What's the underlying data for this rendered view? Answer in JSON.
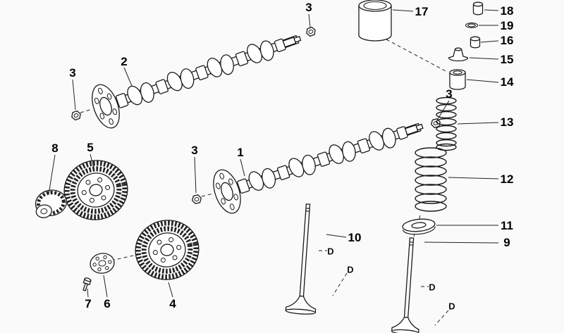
{
  "diagram": {
    "background_color": "#fafafa",
    "line_color": "#1a1a1a",
    "labels": {
      "n1": "1",
      "n2": "2",
      "n3": "3",
      "n4": "4",
      "n5": "5",
      "n6": "6",
      "n7": "7",
      "n8": "8",
      "n9": "9",
      "n10": "10",
      "n11": "11",
      "n12": "12",
      "n13": "13",
      "n14": "14",
      "n15": "15",
      "n16": "16",
      "n17": "17",
      "n18": "18",
      "n19": "19",
      "dim_d": "D"
    }
  }
}
